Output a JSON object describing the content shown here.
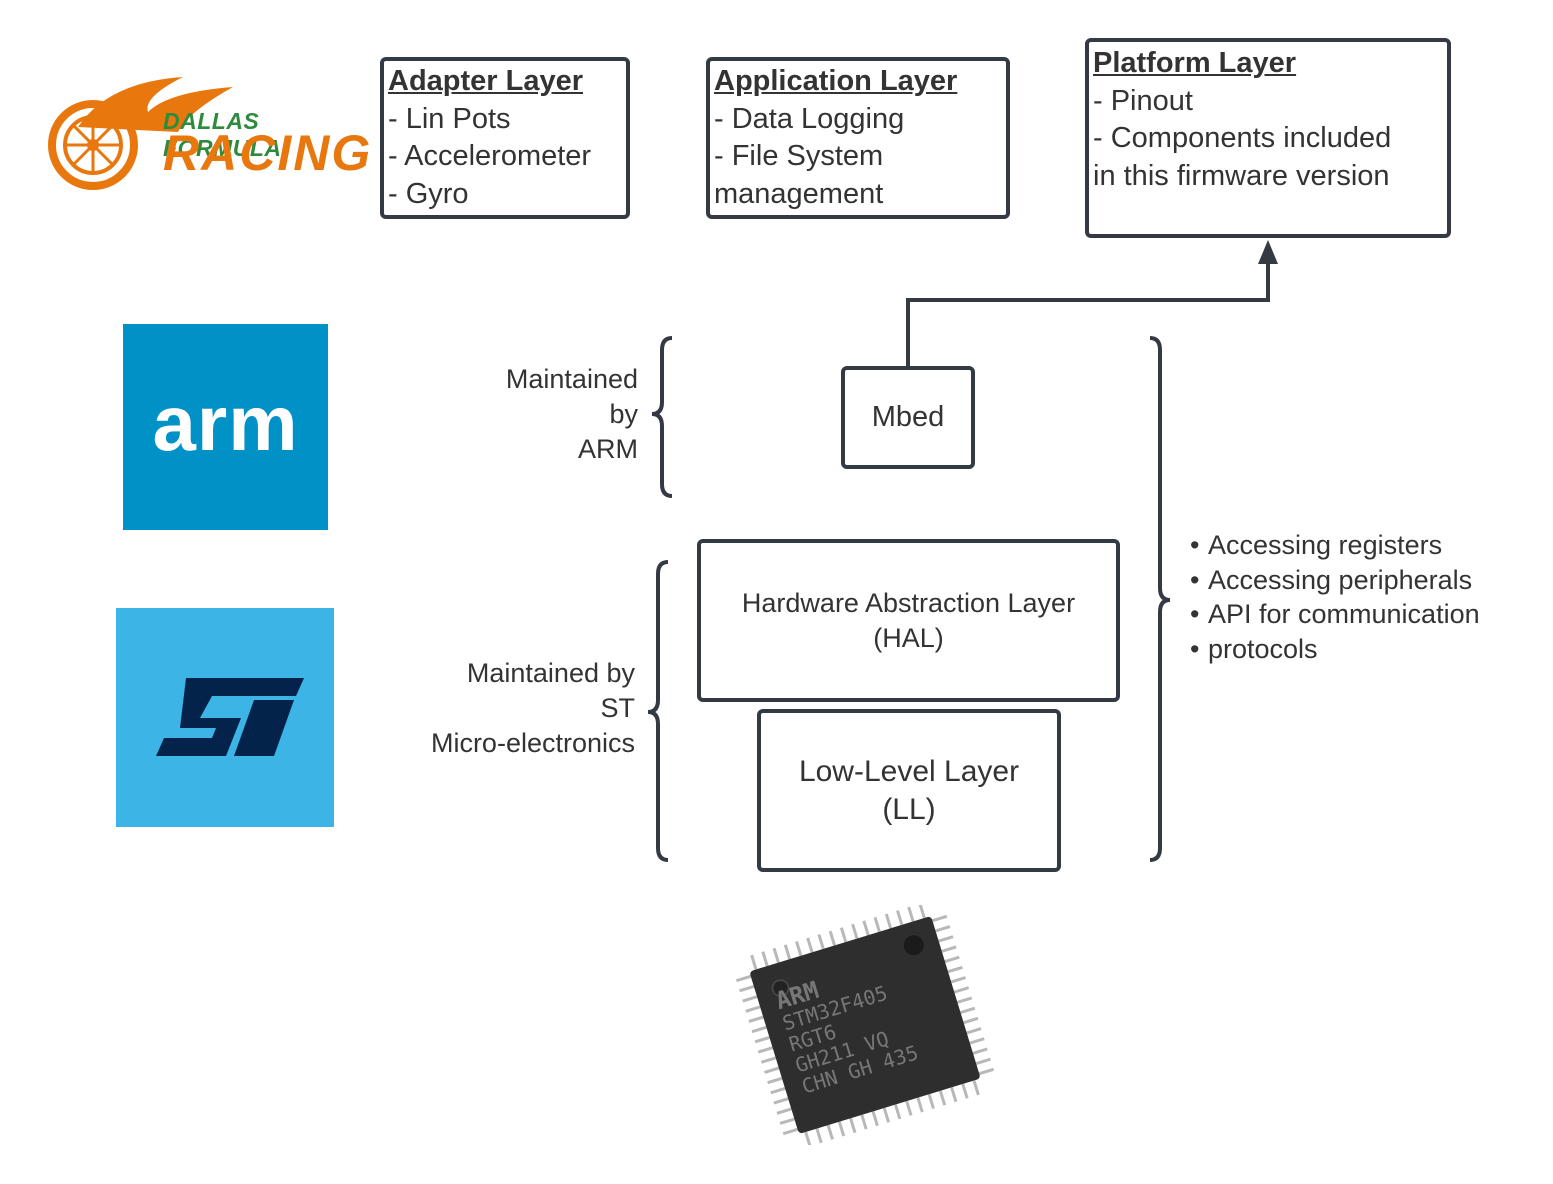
{
  "logos": {
    "dallas": {
      "line1": "DALLAS FORMULA",
      "line2": "RACING",
      "color_orange": "#e8770e",
      "color_green": "#2e8b3d"
    },
    "arm": {
      "text": "arm",
      "bg": "#0091c7"
    },
    "st": {
      "text": "ST",
      "bg": "#3cb4e5",
      "fg": "#03234b"
    }
  },
  "adapter_layer": {
    "title": "Adapter Layer",
    "items": [
      "- Lin Pots",
      "- Accelerometer",
      "- Gyro"
    ]
  },
  "application_layer": {
    "title": "Application Layer",
    "items": [
      "- Data Logging",
      "- File System",
      "management"
    ]
  },
  "platform_layer": {
    "title": "Platform Layer",
    "items": [
      "- Pinout",
      "- Components included",
      "in this firmware version"
    ]
  },
  "mbed": {
    "label": "Mbed"
  },
  "arm_group": {
    "lines": [
      "Maintained",
      "by",
      "ARM"
    ]
  },
  "st_group": {
    "lines": [
      "Maintained by",
      "ST",
      "Micro-electronics"
    ]
  },
  "hal": {
    "line1": "Hardware Abstraction Layer",
    "line2": "(HAL)"
  },
  "ll": {
    "line1": "Low-Level Layer",
    "line2": "(LL)"
  },
  "capabilities": [
    "Accessing registers",
    "Accessing peripherals",
    "API for communication",
    "protocols"
  ],
  "chip": {
    "lines": [
      "ARM",
      "STM32F405",
      "RGT6",
      "GH211 VQ",
      "CHN GH 435"
    ],
    "body_color": "#2e2e2e",
    "pin_color": "#b8b8b8"
  },
  "colors": {
    "stroke": "#333a44"
  }
}
